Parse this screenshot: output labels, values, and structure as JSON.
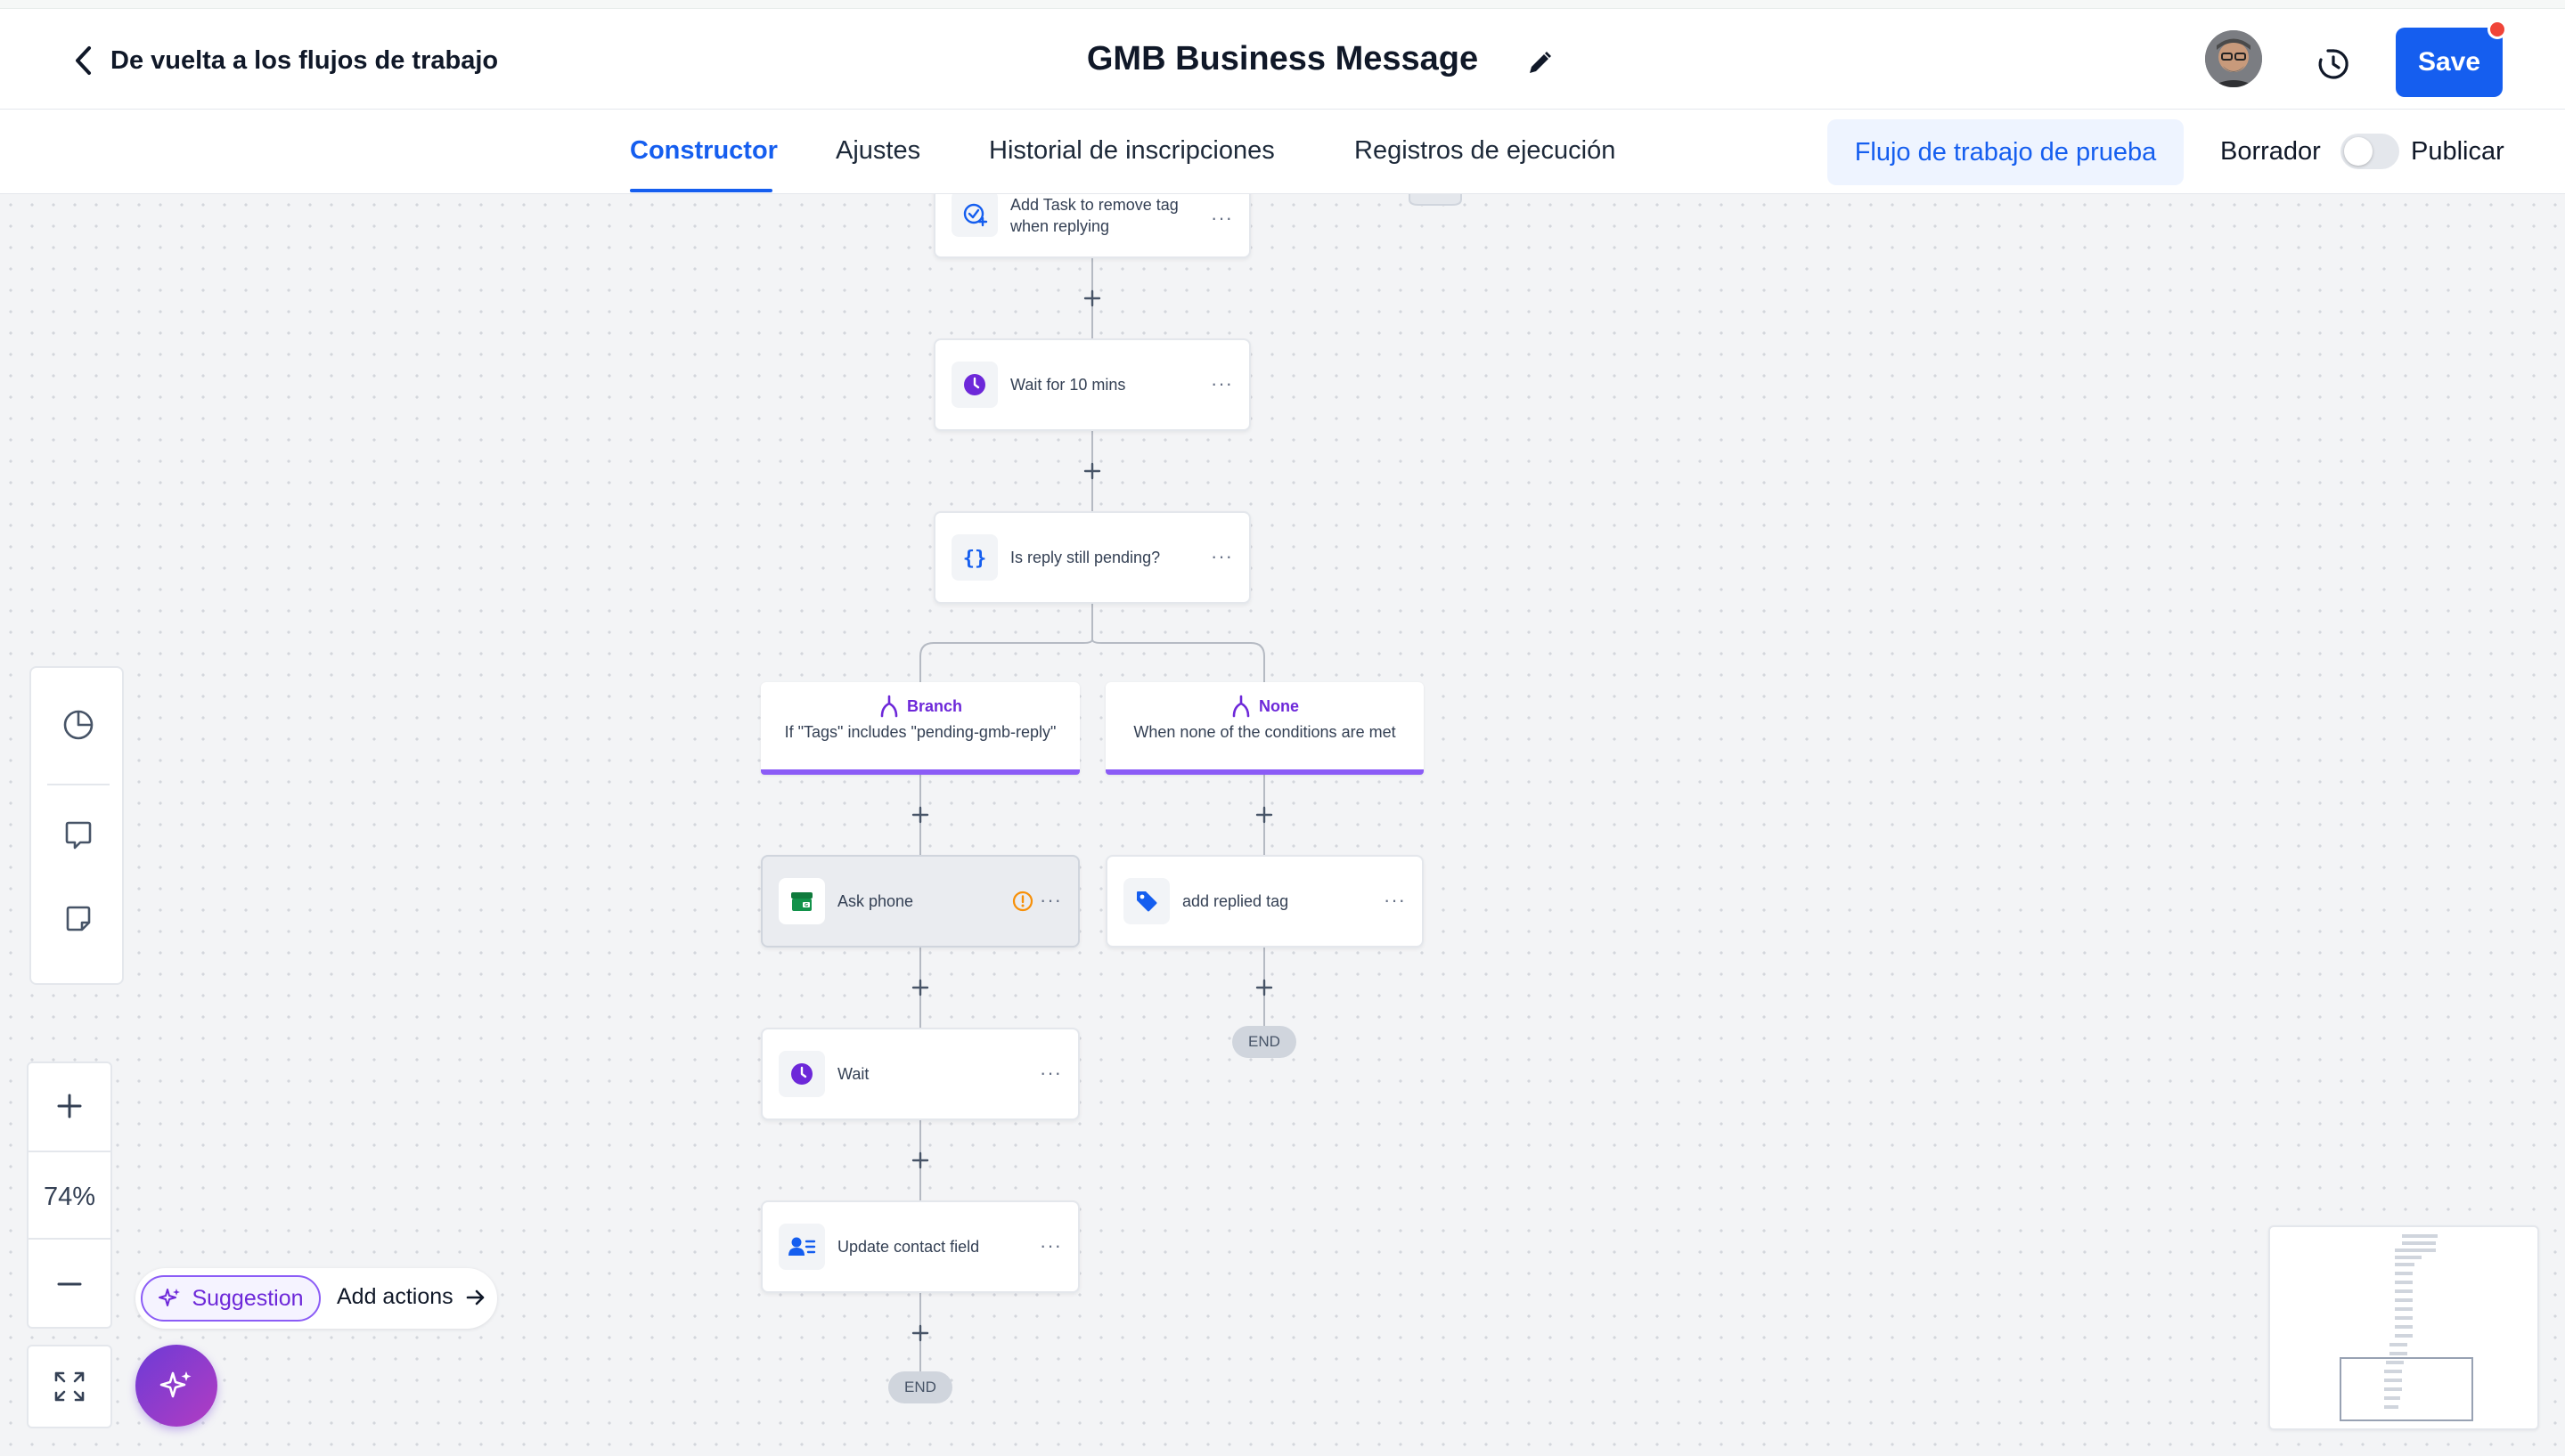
{
  "header": {
    "back_label": "De vuelta a los flujos de trabajo",
    "title": "GMB Business Message",
    "save_label": "Save"
  },
  "tabs": {
    "items": [
      {
        "label": "Constructor",
        "active": true
      },
      {
        "label": "Ajustes",
        "active": false
      },
      {
        "label": "Historial de inscripciones",
        "active": false
      },
      {
        "label": "Registros de ejecución",
        "active": false
      }
    ],
    "test_label": "Flujo de trabajo de prueba",
    "draft_label": "Borrador",
    "publish_label": "Publicar",
    "published": false
  },
  "nodes": {
    "task": {
      "label_line1": "Add Task to remove tag",
      "label_line2": "when replying",
      "icon": "task-check-icon"
    },
    "wait10": {
      "label": "Wait for 10 mins",
      "icon": "clock-icon"
    },
    "condition": {
      "label": "Is reply still pending?",
      "icon": "braces-icon"
    },
    "ask_phone": {
      "label": "Ask phone",
      "icon": "business-store-icon",
      "warning": true
    },
    "wait": {
      "label": "Wait",
      "icon": "clock-icon"
    },
    "update_contact": {
      "label": "Update contact field",
      "icon": "contact-card-icon"
    },
    "replied_tag": {
      "label": "add replied tag",
      "icon": "tag-icon"
    }
  },
  "branches": {
    "branch": {
      "title": "Branch",
      "subtitle": "If \"Tags\" includes \"pending-gmb-reply\""
    },
    "none": {
      "title": "None",
      "subtitle": "When none of the conditions are met"
    }
  },
  "end_label": "END",
  "more_glyph": "···",
  "zoom": {
    "level": "74%"
  },
  "suggestion": {
    "pill_label": "Suggestion",
    "action_label": "Add actions"
  },
  "colors": {
    "primary": "#155eef",
    "branch_accent": "#8b5cf6",
    "clock": "#6d28d9",
    "warning": "#f79009",
    "badge_red": "#f04438"
  }
}
